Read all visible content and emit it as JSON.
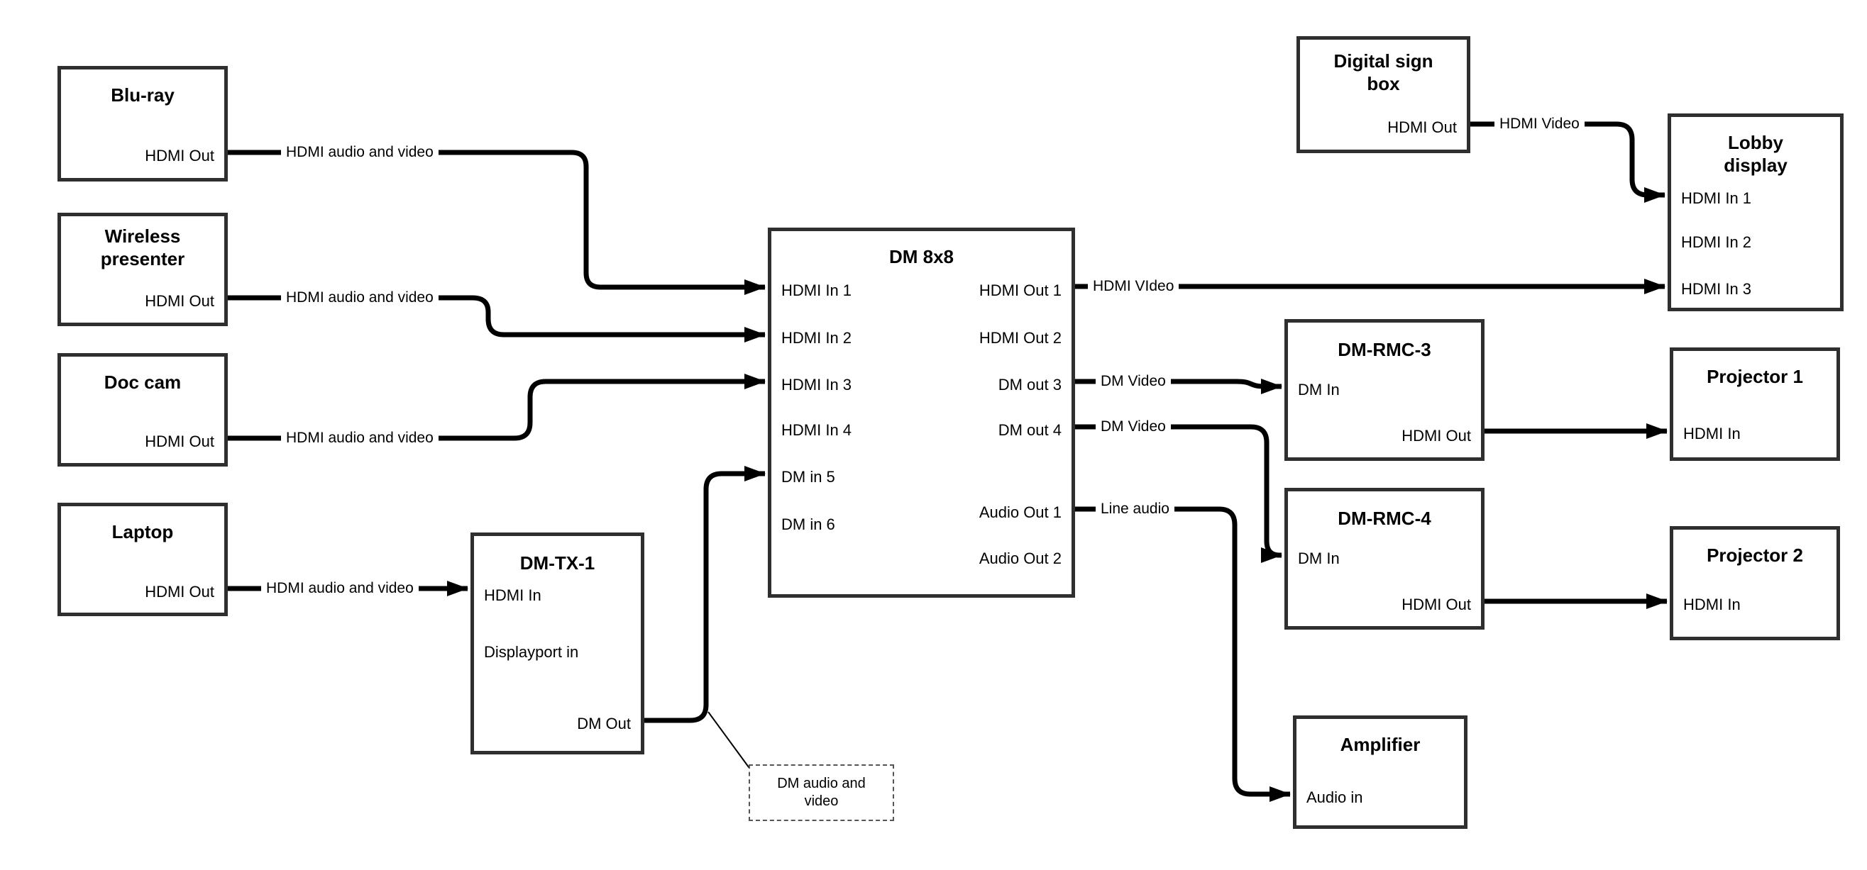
{
  "colors": {
    "background": "#ffffff",
    "line": "#000000",
    "box_border": "#2f2f2f",
    "text": "#000000"
  },
  "nodes": {
    "bluray": {
      "title": "Blu-ray",
      "ports": {
        "hdmi_out": "HDMI Out"
      }
    },
    "wireless_presenter": {
      "title": "Wireless presenter",
      "ports": {
        "hdmi_out": "HDMI Out"
      }
    },
    "doc_cam": {
      "title": "Doc cam",
      "ports": {
        "hdmi_out": "HDMI Out"
      }
    },
    "laptop": {
      "title": "Laptop",
      "ports": {
        "hdmi_out": "HDMI Out"
      }
    },
    "dm_tx_1": {
      "title": "DM-TX-1",
      "ports": {
        "hdmi_in": "HDMI In",
        "displayport_in": "Displayport in",
        "dm_out": "DM Out"
      }
    },
    "dm_8x8": {
      "title": "DM 8x8",
      "ports": {
        "hdmi_in_1": "HDMI In 1",
        "hdmi_in_2": "HDMI In 2",
        "hdmi_in_3": "HDMI In 3",
        "hdmi_in_4": "HDMI In 4",
        "dm_in_5": "DM in 5",
        "dm_in_6": "DM in 6",
        "hdmi_out_1": "HDMI Out 1",
        "hdmi_out_2": "HDMI Out 2",
        "dm_out_3": "DM out 3",
        "dm_out_4": "DM out 4",
        "audio_out_1": "Audio Out 1",
        "audio_out_2": "Audio Out 2"
      }
    },
    "digital_sign_box": {
      "title": "Digital sign box",
      "ports": {
        "hdmi_out": "HDMI Out"
      }
    },
    "lobby_display": {
      "title": "Lobby display",
      "ports": {
        "hdmi_in_1": "HDMI In 1",
        "hdmi_in_2": "HDMI In 2",
        "hdmi_in_3": "HDMI In 3"
      }
    },
    "dm_rmc_3": {
      "title": "DM-RMC-3",
      "ports": {
        "dm_in": "DM In",
        "hdmi_out": "HDMI Out"
      }
    },
    "projector_1": {
      "title": "Projector 1",
      "ports": {
        "hdmi_in": "HDMI In"
      }
    },
    "dm_rmc_4": {
      "title": "DM-RMC-4",
      "ports": {
        "dm_in": "DM In",
        "hdmi_out": "HDMI Out"
      }
    },
    "projector_2": {
      "title": "Projector 2",
      "ports": {
        "hdmi_in": "HDMI In"
      }
    },
    "amplifier": {
      "title": "Amplifier",
      "ports": {
        "audio_in": "Audio in"
      }
    }
  },
  "edge_labels": {
    "bluray_dm8x8": "HDMI audio and video",
    "wireless_dm8x8": "HDMI audio and video",
    "doccam_dm8x8": "HDMI audio and video",
    "laptop_dmtx1": "HDMI audio and video",
    "digitalsign_lobby": "HDMI Video",
    "dm8x8_lobby": "HDMI VIdeo",
    "dm8x8_rmc3": "DM Video",
    "dm8x8_rmc4": "DM Video",
    "dm8x8_amplifier": "Line audio"
  },
  "note": {
    "text": "DM audio and video"
  }
}
